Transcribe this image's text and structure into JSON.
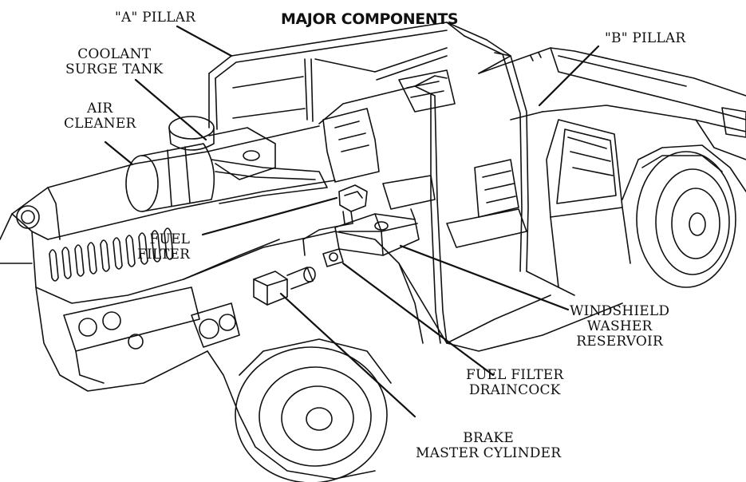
{
  "title": "MAJOR COMPONENTS",
  "labels": {
    "a_pillar": "\"A\" PILLAR",
    "b_pillar": "\"B\" PILLAR",
    "coolant_line1": "COOLANT",
    "coolant_line2": "SURGE TANK",
    "air_line1": "AIR",
    "air_line2": "CLEANER",
    "fuel_filter_line1": "FUEL",
    "fuel_filter_line2": "FILTER",
    "washer_line1": "WINDSHIELD",
    "washer_line2": "WASHER",
    "washer_line3": "RESERVOIR",
    "draincock_line1": "FUEL FILTER",
    "draincock_line2": "DRAINCOCK",
    "brake_line1": "BRAKE",
    "brake_line2": "MASTER CYLINDER"
  },
  "colors": {
    "ink": "#111111",
    "paper": "#ffffff"
  }
}
